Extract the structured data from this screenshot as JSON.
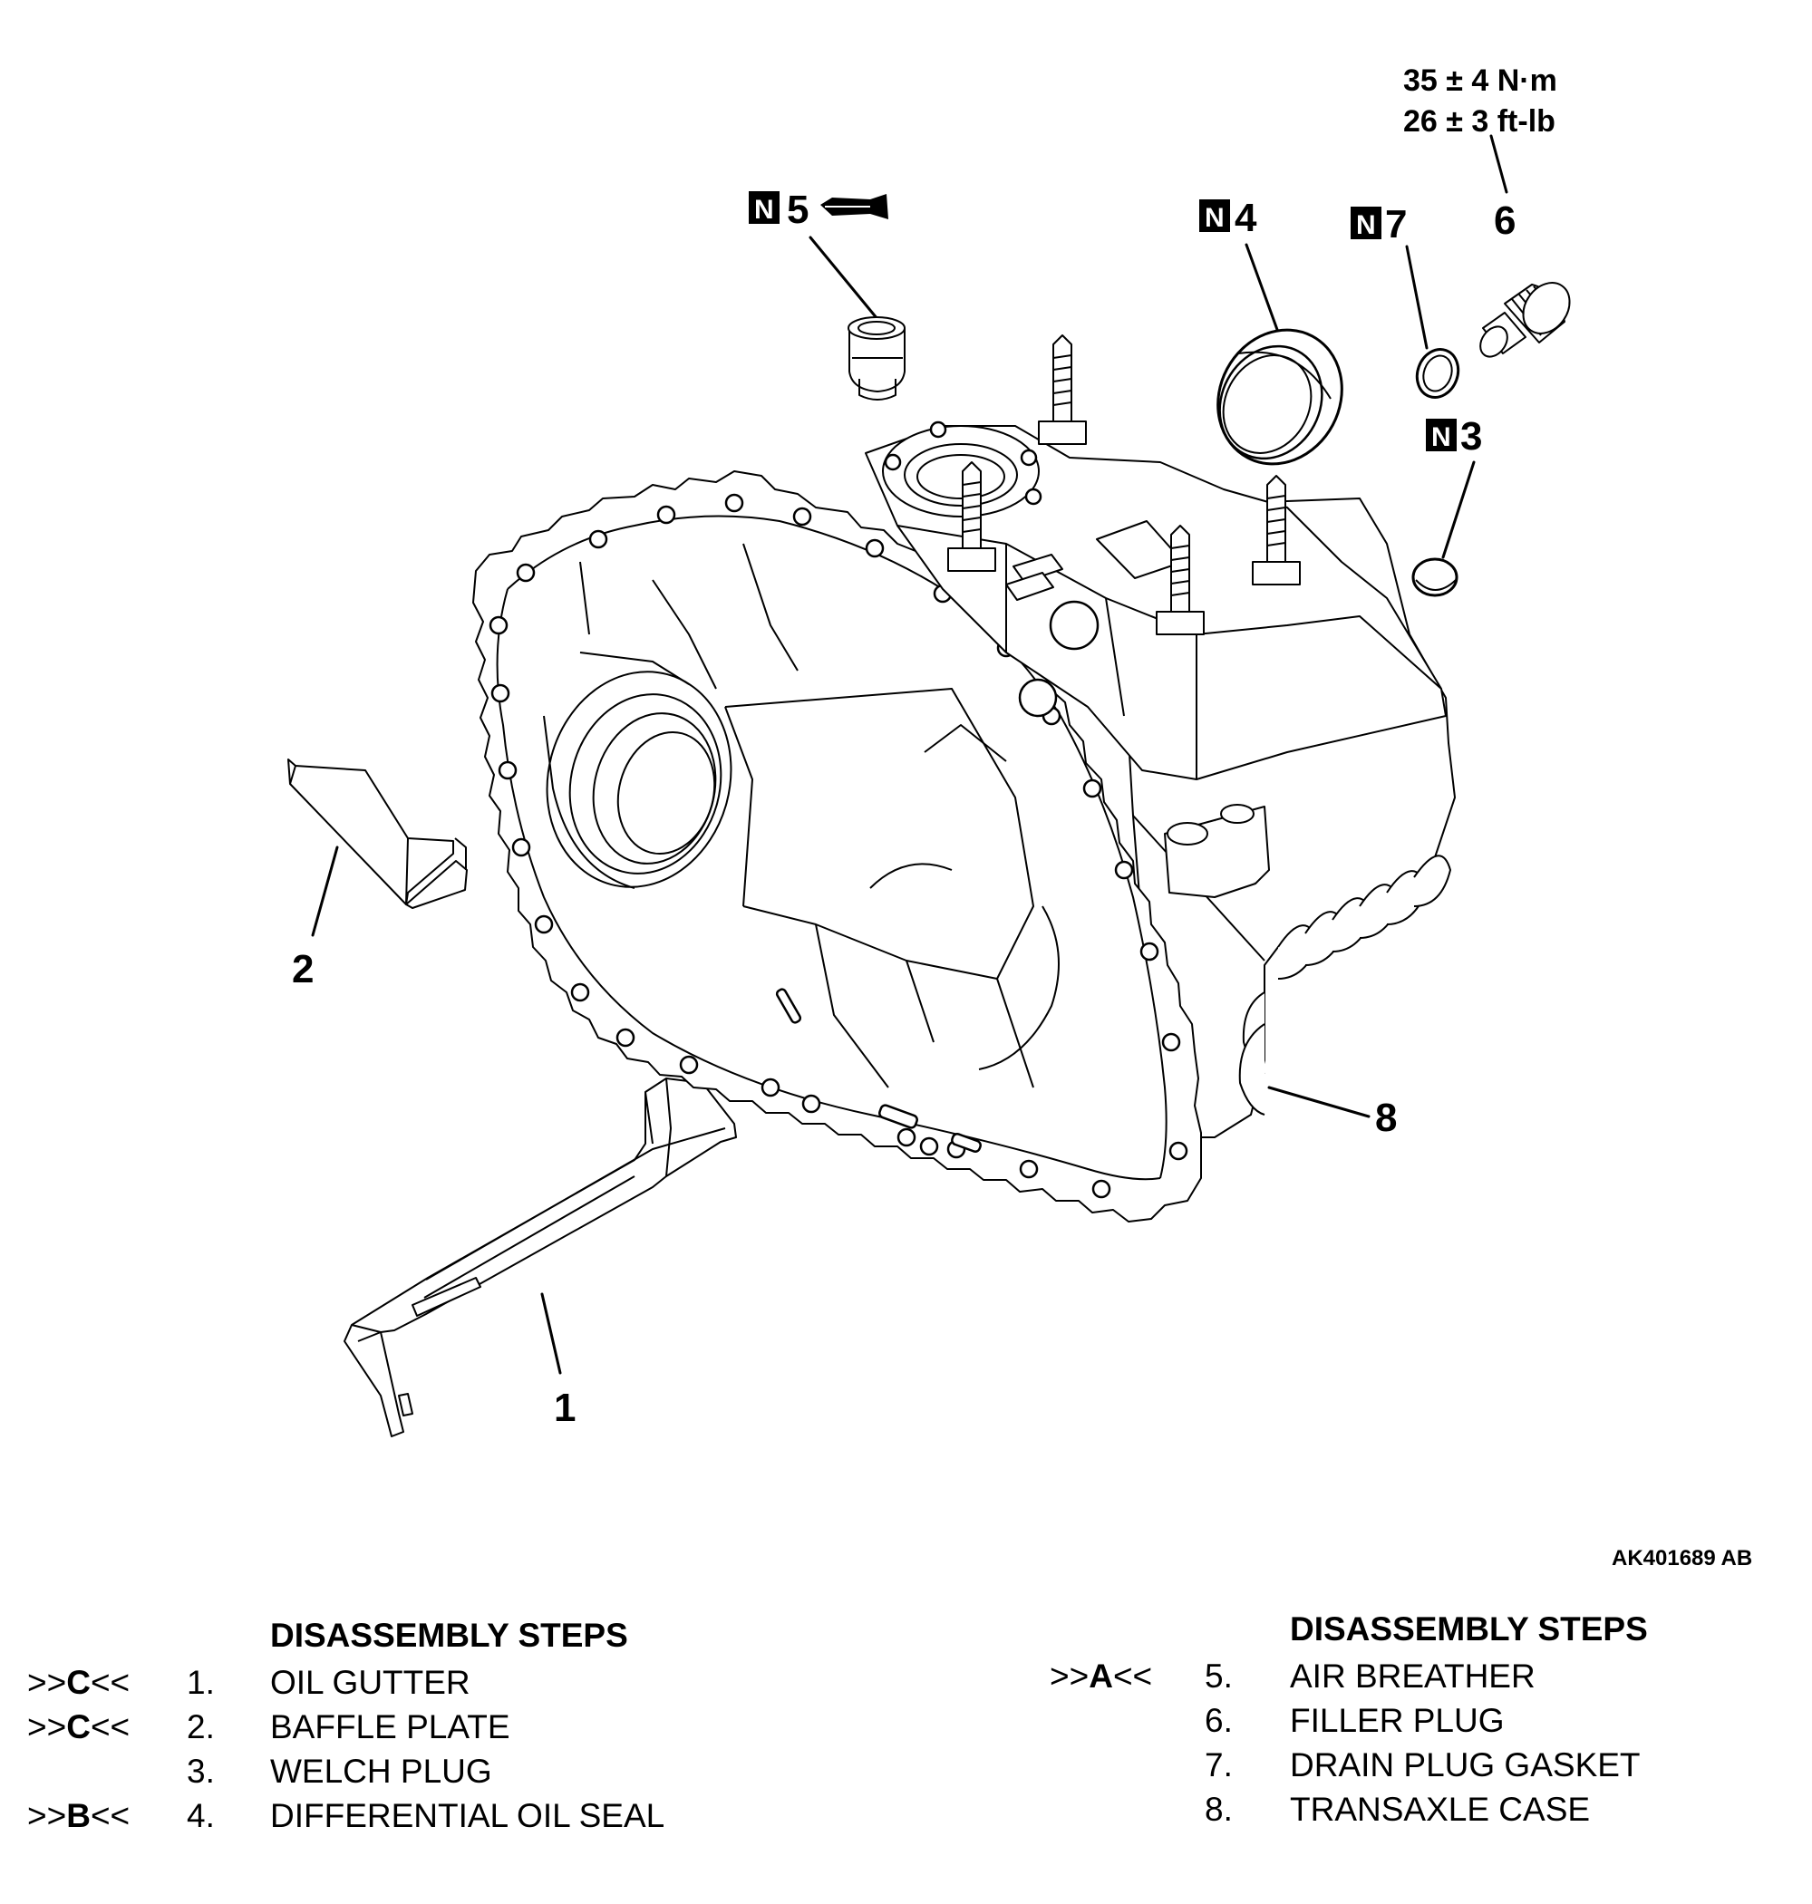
{
  "torque": {
    "line1": "35 ± 4 N·m",
    "line2": "26 ± 3 ft-lb"
  },
  "callouts": {
    "c1": "1",
    "c2": "2",
    "c3": "3",
    "c4": "4",
    "c5": "5",
    "c6": "6",
    "c7": "7",
    "c8": "8",
    "new_part_badge": "N"
  },
  "figure_id": "AK401689 AB",
  "steps_left": {
    "heading": "DISASSEMBLY STEPS",
    "items": [
      {
        "prefix_open": ">>",
        "prefix_letter": "C",
        "prefix_close": "<<",
        "number": "1.",
        "name": "OIL GUTTER"
      },
      {
        "prefix_open": ">>",
        "prefix_letter": "C",
        "prefix_close": "<<",
        "number": "2.",
        "name": "BAFFLE PLATE"
      },
      {
        "prefix_open": "",
        "prefix_letter": "",
        "prefix_close": "",
        "number": "3.",
        "name": "WELCH PLUG"
      },
      {
        "prefix_open": ">>",
        "prefix_letter": "B",
        "prefix_close": "<<",
        "number": "4.",
        "name": "DIFFERENTIAL OIL SEAL"
      }
    ]
  },
  "steps_right": {
    "heading": "DISASSEMBLY STEPS",
    "items": [
      {
        "prefix_open": ">>",
        "prefix_letter": "A",
        "prefix_close": "<<",
        "number": "5.",
        "name": "AIR BREATHER"
      },
      {
        "prefix_open": "",
        "prefix_letter": "",
        "prefix_close": "",
        "number": "6.",
        "name": "FILLER PLUG"
      },
      {
        "prefix_open": "",
        "prefix_letter": "",
        "prefix_close": "",
        "number": "7.",
        "name": "DRAIN PLUG GASKET"
      },
      {
        "prefix_open": "",
        "prefix_letter": "",
        "prefix_close": "",
        "number": "8.",
        "name": "TRANSAXLE CASE"
      }
    ]
  },
  "colors": {
    "ink": "#000000",
    "paper": "#ffffff"
  }
}
